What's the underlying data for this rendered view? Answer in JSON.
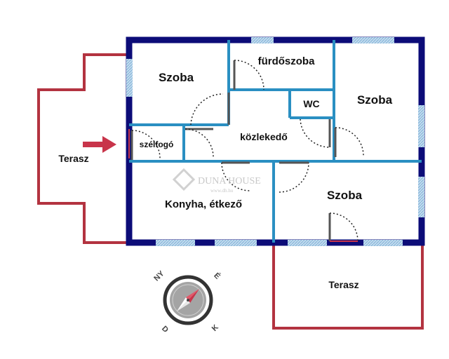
{
  "rooms": {
    "szoba_top_left": "Szoba",
    "furdoszoba": "fürdőszoba",
    "szoba_top_right": "Szoba",
    "wc": "WC",
    "szelfogo": "szélfogó",
    "kozlekedo": "közlekedő",
    "konyha": "Konyha, étkező",
    "szoba_bottom_right": "Szoba"
  },
  "terraces": {
    "left": "Terasz",
    "bottom": "Terasz"
  },
  "compass": {
    "ny": "NY",
    "e": "É",
    "d": "D",
    "k": "K"
  },
  "watermark": {
    "brand": "DUNA HOUSE",
    "url": "www.dh.hu"
  },
  "colors": {
    "outer_wall": "#0c0c78",
    "inner_wall": "#2a8fc2",
    "terrace_outline": "#b33340",
    "window": "#a9cbe6",
    "entry_arrow": "#c8344a",
    "door_arc": "#222222"
  }
}
